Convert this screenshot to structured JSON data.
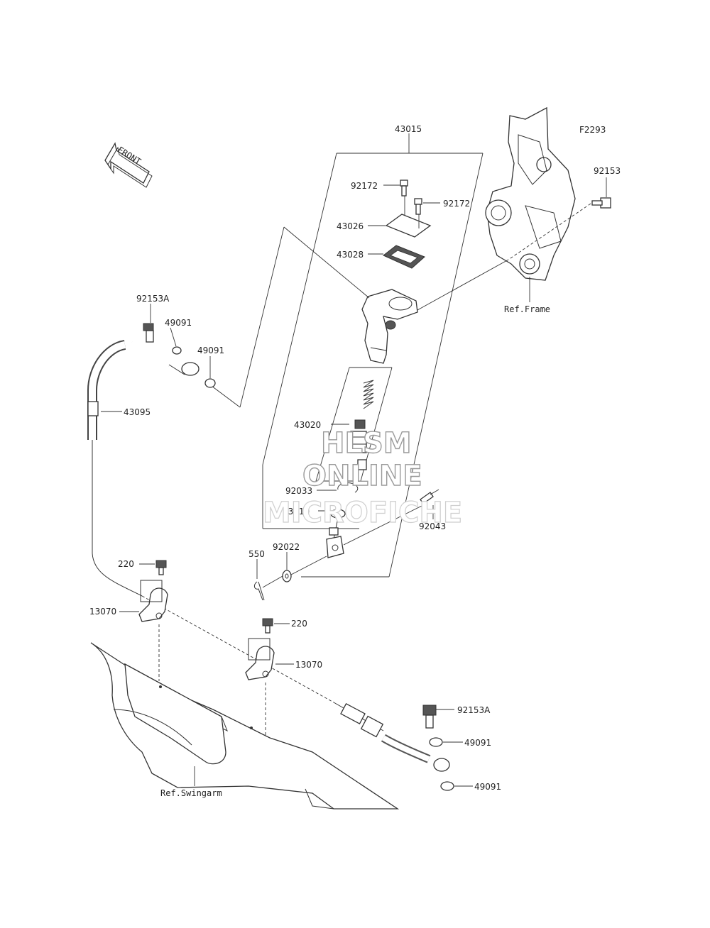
{
  "figure_code": "F2293",
  "front_arrow_label": "FRONT",
  "refs": {
    "frame": "Ref.Frame",
    "swingarm": "Ref.Swingarm"
  },
  "parts": {
    "p43015": "43015",
    "p92172a": "92172",
    "p92172b": "92172",
    "p43026": "43026",
    "p43028": "43028",
    "p92153": "92153",
    "p92153A_top": "92153A",
    "p49091_a": "49091",
    "p49091_b": "49091",
    "p43095": "43095",
    "p43020": "43020",
    "p92033": "92033",
    "p43010": "43010",
    "p92043": "92043",
    "p550": "550",
    "p92022": "92022",
    "p220_a": "220",
    "p13070_a": "13070",
    "p220_b": "220",
    "p13070_b": "13070",
    "p92153A_bottom": "92153A",
    "p49091_c": "49091",
    "p49091_d": "49091"
  },
  "watermark": {
    "line1": "HLSM",
    "line2": "ONLINE",
    "line3": "MICROFICHE"
  }
}
